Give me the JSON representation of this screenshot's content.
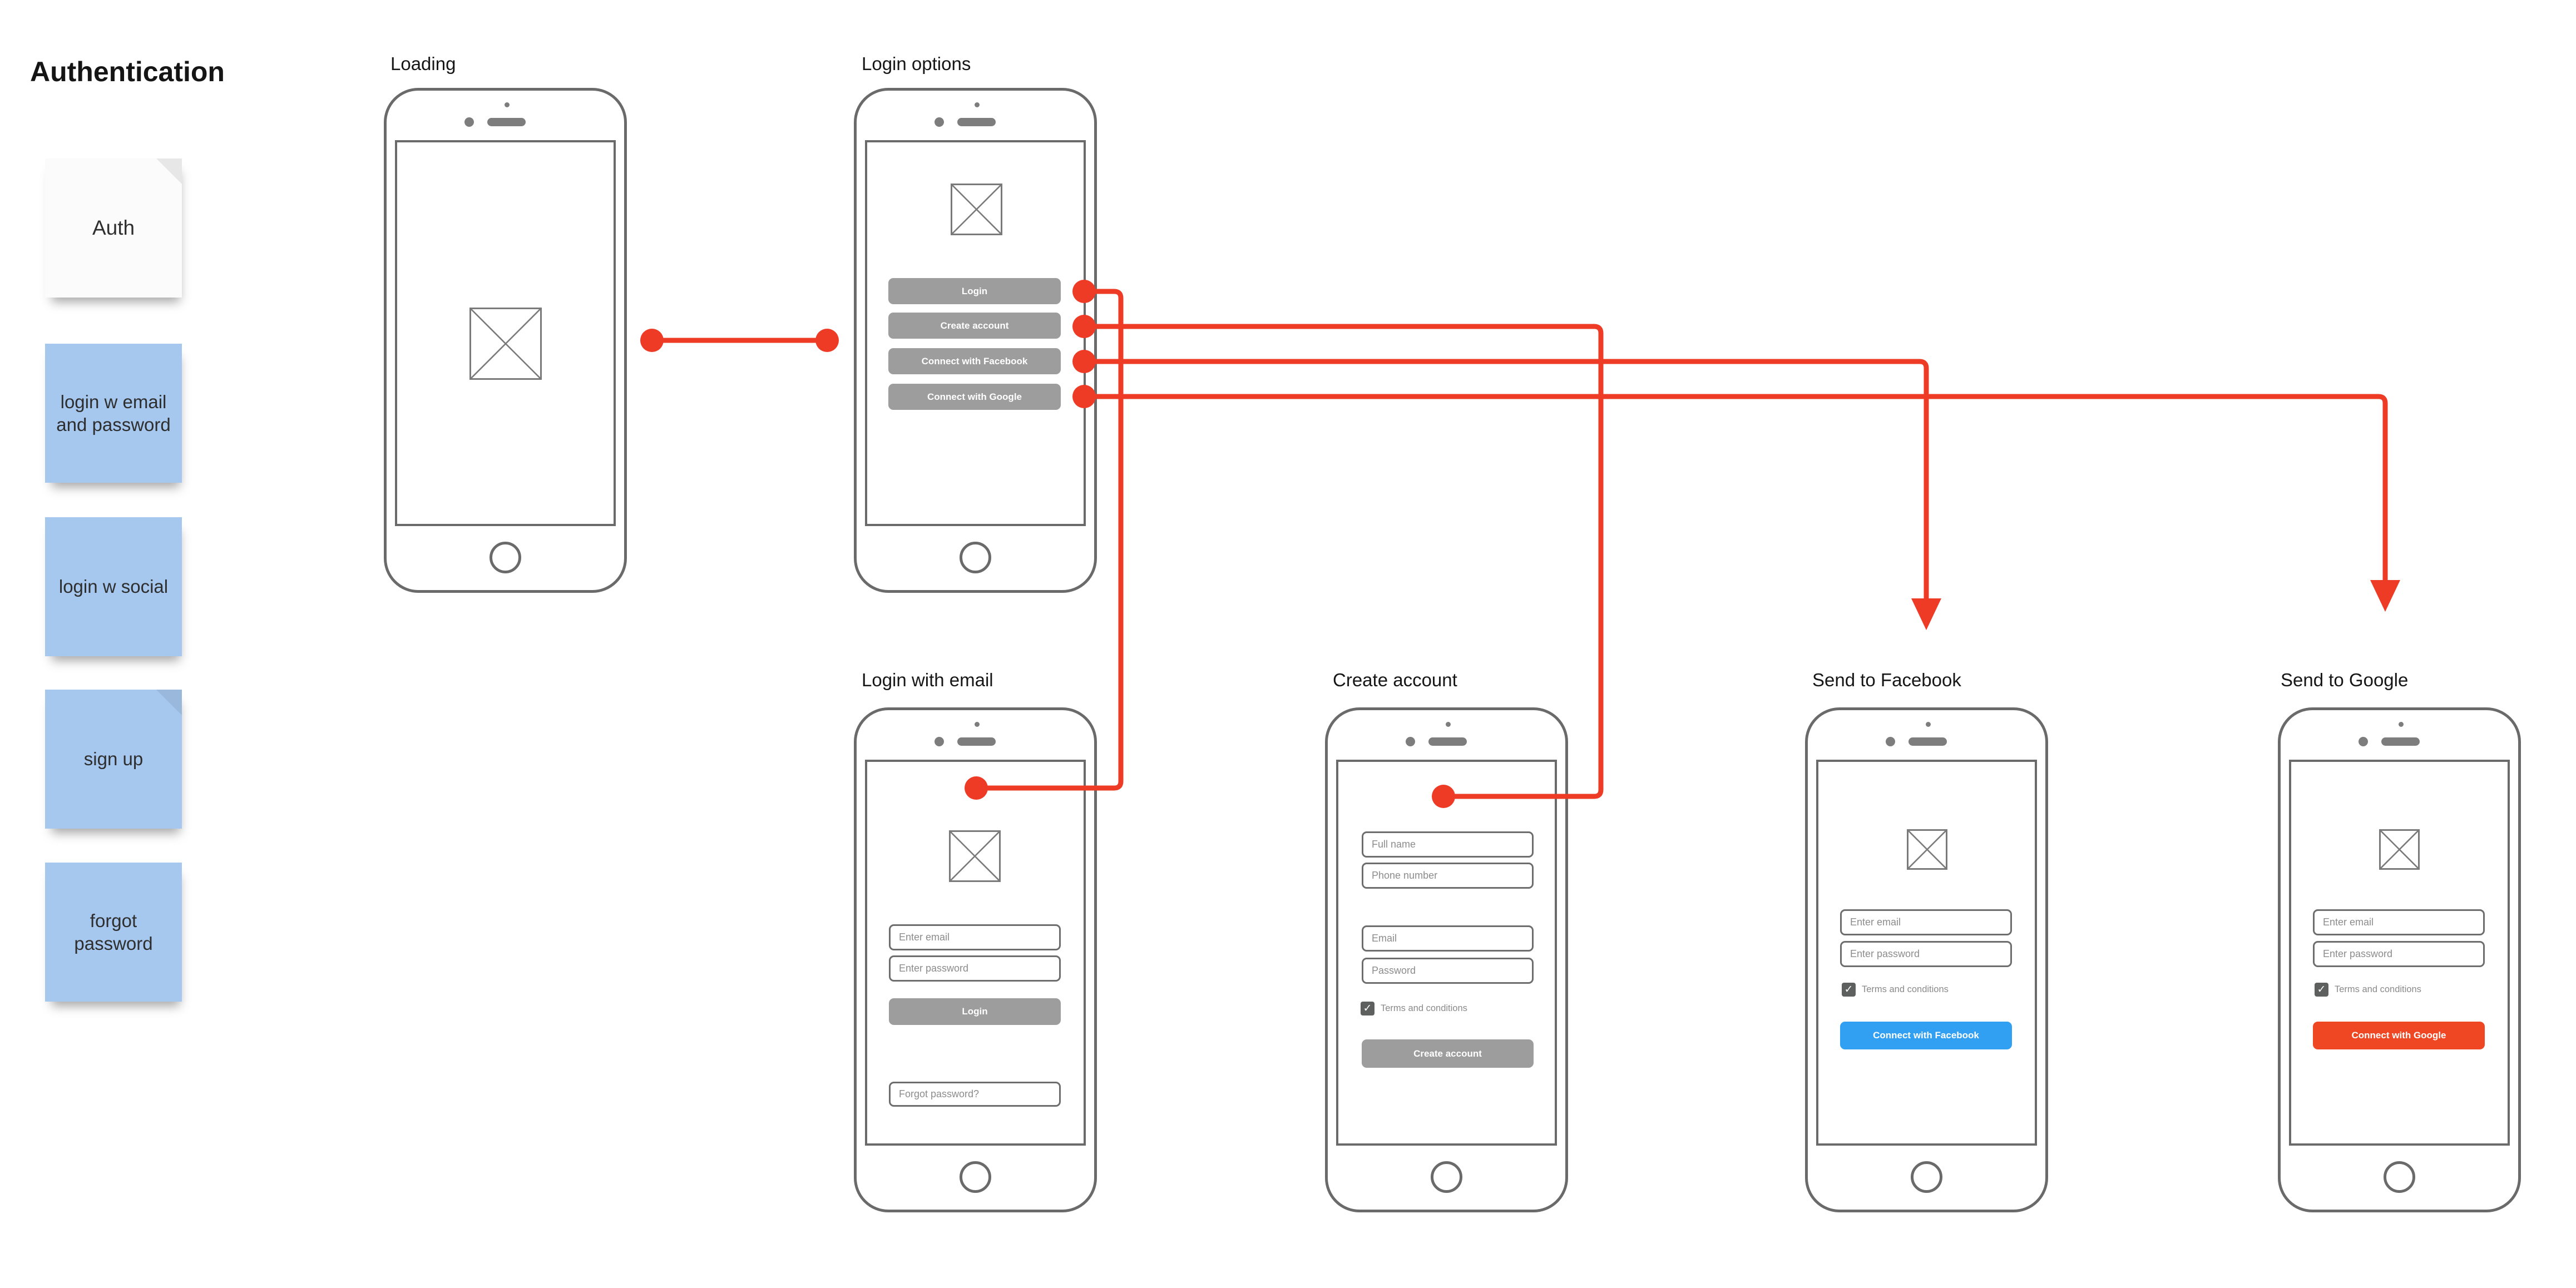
{
  "board": {
    "title": "Authentication"
  },
  "colors": {
    "connector_red": "#ee3b26",
    "facebook_button": "#31a0f2",
    "google_button": "#ef4723",
    "note_blue": "#a6c8ef",
    "note_white": "#fbfbfb",
    "wireframe_button_gray": "#9d9d9d",
    "phone_outline_gray": "#6a6a6a"
  },
  "notes": [
    {
      "label": "Auth"
    },
    {
      "label": "login w email and password"
    },
    {
      "label": "login w social"
    },
    {
      "label": "sign up"
    },
    {
      "label": "forgot password"
    }
  ],
  "frames": {
    "loading": {
      "title": "Loading"
    },
    "login_options": {
      "title": "Login options",
      "login_button": "Login",
      "create_account_button": "Create account",
      "facebook_button": "Connect with Facebook",
      "google_button": "Connect with Google"
    },
    "login_with_email": {
      "title": "Login with email",
      "email_placeholder": "Enter email",
      "password_placeholder": "Enter password",
      "login_button": "Login",
      "forgot_placeholder": "Forgot password?"
    },
    "create_account": {
      "title": "Create account",
      "full_name_placeholder": "Full name",
      "phone_placeholder": "Phone number",
      "email_placeholder": "Email",
      "password_placeholder": "Password",
      "terms_label": "Terms and conditions",
      "create_button": "Create account"
    },
    "send_to_facebook": {
      "title": "Send to Facebook",
      "email_placeholder": "Enter email",
      "password_placeholder": "Enter password",
      "terms_label": "Terms and conditions",
      "connect_button": "Connect with Facebook"
    },
    "send_to_google": {
      "title": "Send to Google",
      "email_placeholder": "Enter email",
      "password_placeholder": "Enter password",
      "terms_label": "Terms and conditions",
      "connect_button": "Connect with Google"
    }
  }
}
